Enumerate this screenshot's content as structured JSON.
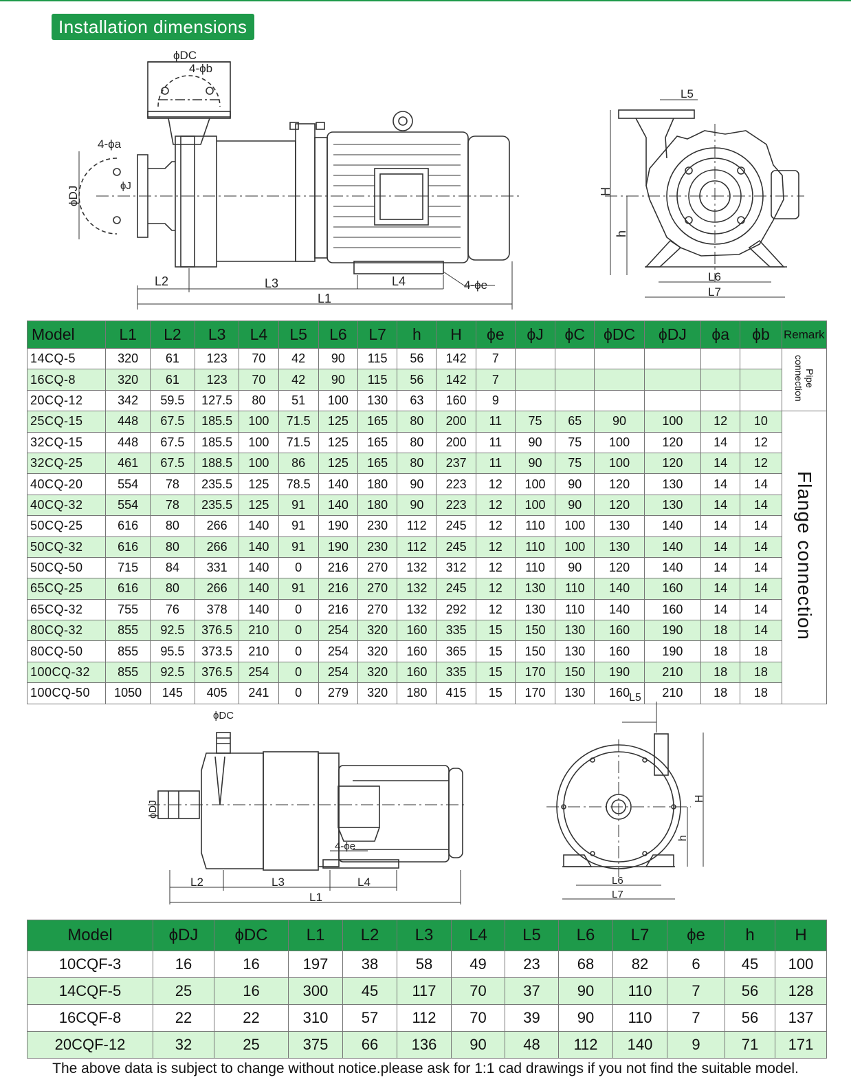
{
  "title": "Installation dimensions",
  "colors": {
    "accent": "#1e9a4a",
    "row_alt": "#d6f5d6"
  },
  "drawing1_labels": {
    "dc": "ϕDC",
    "b": "4-ϕb",
    "a": "4-ϕa",
    "j": "ϕJ",
    "dj": "ϕDJ",
    "l1": "L1",
    "l2": "L2",
    "l3": "L3",
    "l4": "L4",
    "e": "4-ϕe",
    "l5": "L5",
    "h_upper": "H",
    "h_lower": "h",
    "l6": "L6",
    "l7": "L7"
  },
  "table1": {
    "headers": [
      "Model",
      "L1",
      "L2",
      "L3",
      "L4",
      "L5",
      "L6",
      "L7",
      "h",
      "H",
      "ϕe",
      "ϕJ",
      "ϕC",
      "ϕDC",
      "ϕDJ",
      "ϕa",
      "ϕb",
      "Remark"
    ],
    "remark_pipe": "Pipe connection",
    "remark_flange": "Flange connection",
    "rows": [
      [
        "14CQ-5",
        "320",
        "61",
        "123",
        "70",
        "42",
        "90",
        "115",
        "56",
        "142",
        "7",
        "",
        "",
        "",
        "",
        "",
        ""
      ],
      [
        "16CQ-8",
        "320",
        "61",
        "123",
        "70",
        "42",
        "90",
        "115",
        "56",
        "142",
        "7",
        "",
        "",
        "",
        "",
        "",
        ""
      ],
      [
        "20CQ-12",
        "342",
        "59.5",
        "127.5",
        "80",
        "51",
        "100",
        "130",
        "63",
        "160",
        "9",
        "",
        "",
        "",
        "",
        "",
        ""
      ],
      [
        "25CQ-15",
        "448",
        "67.5",
        "185.5",
        "100",
        "71.5",
        "125",
        "165",
        "80",
        "200",
        "11",
        "75",
        "65",
        "90",
        "100",
        "12",
        "10"
      ],
      [
        "32CQ-15",
        "448",
        "67.5",
        "185.5",
        "100",
        "71.5",
        "125",
        "165",
        "80",
        "200",
        "11",
        "90",
        "75",
        "100",
        "120",
        "14",
        "12"
      ],
      [
        "32CQ-25",
        "461",
        "67.5",
        "188.5",
        "100",
        "86",
        "125",
        "165",
        "80",
        "237",
        "11",
        "90",
        "75",
        "100",
        "120",
        "14",
        "12"
      ],
      [
        "40CQ-20",
        "554",
        "78",
        "235.5",
        "125",
        "78.5",
        "140",
        "180",
        "90",
        "223",
        "12",
        "100",
        "90",
        "120",
        "130",
        "14",
        "14"
      ],
      [
        "40CQ-32",
        "554",
        "78",
        "235.5",
        "125",
        "91",
        "140",
        "180",
        "90",
        "223",
        "12",
        "100",
        "90",
        "120",
        "130",
        "14",
        "14"
      ],
      [
        "50CQ-25",
        "616",
        "80",
        "266",
        "140",
        "91",
        "190",
        "230",
        "112",
        "245",
        "12",
        "110",
        "100",
        "130",
        "140",
        "14",
        "14"
      ],
      [
        "50CQ-32",
        "616",
        "80",
        "266",
        "140",
        "91",
        "190",
        "230",
        "112",
        "245",
        "12",
        "110",
        "100",
        "130",
        "140",
        "14",
        "14"
      ],
      [
        "50CQ-50",
        "715",
        "84",
        "331",
        "140",
        "0",
        "216",
        "270",
        "132",
        "312",
        "12",
        "110",
        "90",
        "120",
        "140",
        "14",
        "14"
      ],
      [
        "65CQ-25",
        "616",
        "80",
        "266",
        "140",
        "91",
        "216",
        "270",
        "132",
        "245",
        "12",
        "130",
        "110",
        "140",
        "160",
        "14",
        "14"
      ],
      [
        "65CQ-32",
        "755",
        "76",
        "378",
        "140",
        "0",
        "216",
        "270",
        "132",
        "292",
        "12",
        "130",
        "110",
        "140",
        "160",
        "14",
        "14"
      ],
      [
        "80CQ-32",
        "855",
        "92.5",
        "376.5",
        "210",
        "0",
        "254",
        "320",
        "160",
        "335",
        "15",
        "150",
        "130",
        "160",
        "190",
        "18",
        "14"
      ],
      [
        "80CQ-50",
        "855",
        "95.5",
        "373.5",
        "210",
        "0",
        "254",
        "320",
        "160",
        "365",
        "15",
        "150",
        "130",
        "160",
        "190",
        "18",
        "18"
      ],
      [
        "100CQ-32",
        "855",
        "92.5",
        "376.5",
        "254",
        "0",
        "254",
        "320",
        "160",
        "335",
        "15",
        "170",
        "150",
        "190",
        "210",
        "18",
        "18"
      ],
      [
        "100CQ-50",
        "1050",
        "145",
        "405",
        "241",
        "0",
        "279",
        "320",
        "180",
        "415",
        "15",
        "170",
        "130",
        "160",
        "210",
        "18",
        "18"
      ]
    ]
  },
  "drawing2_labels": {
    "dc": "ϕDC",
    "dj": "ϕDJ",
    "e": "4-ϕe",
    "l1": "L1",
    "l2": "L2",
    "l3": "L3",
    "l4": "L4",
    "l5": "L5",
    "h_upper": "H",
    "h_lower": "h",
    "l6": "L6",
    "l7": "L7"
  },
  "table2": {
    "headers": [
      "Model",
      "ϕDJ",
      "ϕDC",
      "L1",
      "L2",
      "L3",
      "L4",
      "L5",
      "L6",
      "L7",
      "ϕe",
      "h",
      "H"
    ],
    "rows": [
      [
        "10CQF-3",
        "16",
        "16",
        "197",
        "38",
        "58",
        "49",
        "23",
        "68",
        "82",
        "6",
        "45",
        "100"
      ],
      [
        "14CQF-5",
        "25",
        "16",
        "300",
        "45",
        "117",
        "70",
        "37",
        "90",
        "110",
        "7",
        "56",
        "128"
      ],
      [
        "16CQF-8",
        "22",
        "22",
        "310",
        "57",
        "112",
        "70",
        "39",
        "90",
        "110",
        "7",
        "56",
        "137"
      ],
      [
        "20CQF-12",
        "32",
        "25",
        "375",
        "66",
        "136",
        "90",
        "48",
        "112",
        "140",
        "9",
        "71",
        "171"
      ]
    ]
  },
  "note": "The above data is subject to change without notice.please ask for 1:1 cad drawings if you not find the suitable model."
}
